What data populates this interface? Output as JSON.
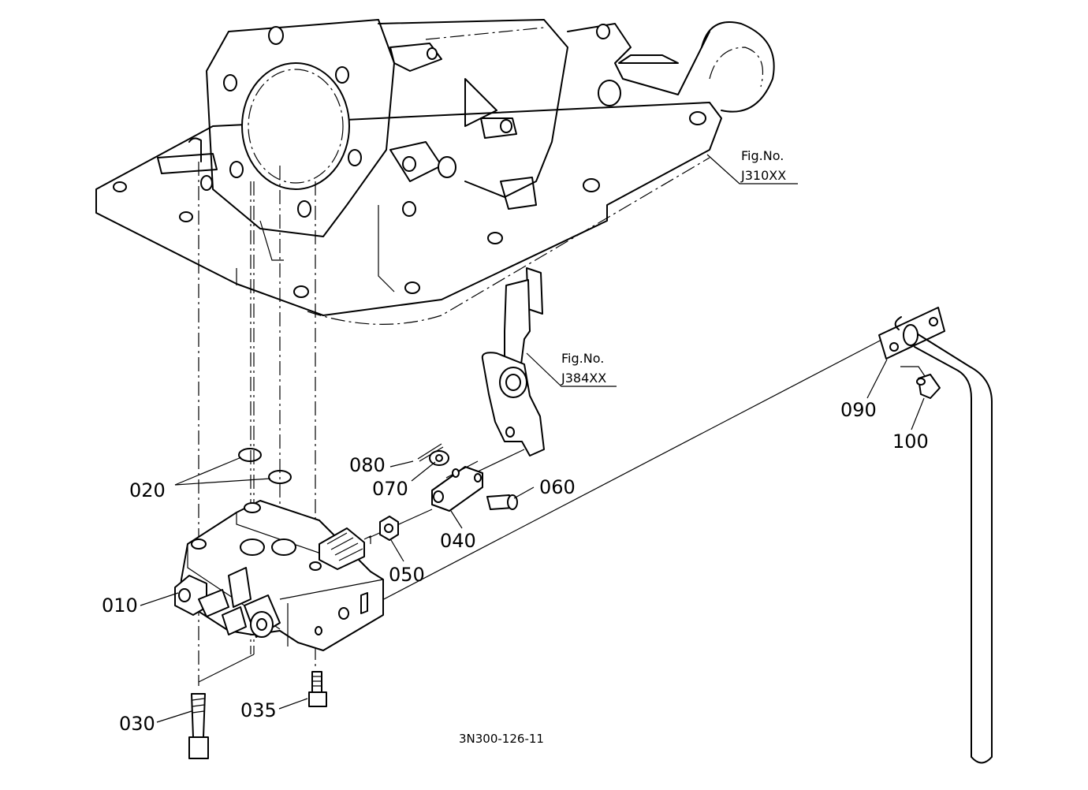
{
  "callouts": {
    "p010": "010",
    "p020": "020",
    "p030": "030",
    "p035": "035",
    "p040": "040",
    "p050": "050",
    "p060": "060",
    "p070": "070",
    "p080": "080",
    "p090": "090",
    "p100": "100"
  },
  "figure_refs": {
    "upper": {
      "label": "Fig.No.",
      "code": "J310XX"
    },
    "lever": {
      "label": "Fig.No.",
      "code": "J384XX"
    }
  },
  "drawing_code": "3N300-126-11"
}
